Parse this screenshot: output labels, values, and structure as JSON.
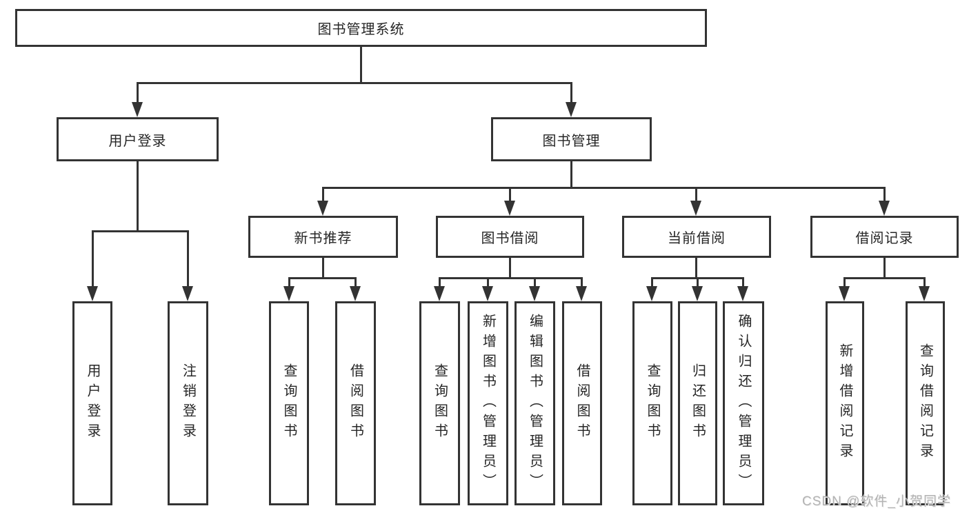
{
  "diagram": {
    "title": "图书管理系统",
    "branches": [
      {
        "label": "用户登录",
        "children": [
          "用户登录",
          "注销登录"
        ]
      },
      {
        "label": "图书管理",
        "children": [
          {
            "label": "新书推荐",
            "children": [
              "查询图书",
              "借阅图书"
            ]
          },
          {
            "label": "图书借阅",
            "children": [
              "查询图书",
              "新增图书（管理员）",
              "编辑图书（管理员）",
              "借阅图书"
            ]
          },
          {
            "label": "当前借阅",
            "children": [
              "查询图书",
              "归还图书",
              "确认归还（管理员）"
            ]
          },
          {
            "label": "借阅记录",
            "children": [
              "新增借阅记录",
              "查询借阅记录"
            ]
          }
        ]
      }
    ]
  },
  "watermark": "CSDN @软件_小贺同学",
  "colors": {
    "line": "#333333",
    "text": "#262626",
    "background": "#ffffff",
    "watermark": "#b3b3b3"
  }
}
